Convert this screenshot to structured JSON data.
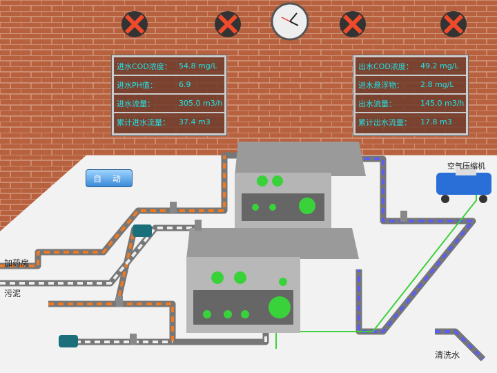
{
  "inlet": [
    {
      "label": "进水COD浓度：",
      "value": "54.8 mg/L"
    },
    {
      "label": "进水PH值：",
      "value": "6.9"
    },
    {
      "label": "进水流量：",
      "value": "305.0 m3/h"
    },
    {
      "label": "累计进水流量：",
      "value": "37.4 m3"
    }
  ],
  "outlet": [
    {
      "label": "出水COD浓度：",
      "value": "49.2 mg/L"
    },
    {
      "label": "进水悬浮物：",
      "value": "2.8 mg/L"
    },
    {
      "label": "出水流量：",
      "value": "145.0 m3/h"
    },
    {
      "label": "累计出水流量：",
      "value": "17.8 m3"
    }
  ],
  "mode_button": "自 动",
  "labels": {
    "dosing": "加药房",
    "sludge": "污泥",
    "air_compressor": "空气压缩机",
    "wash_water": "清洗水"
  },
  "colors": {
    "pipe_orange": "#f07a22",
    "pipe_blue": "#5b5ef0",
    "pipe_green": "#3ad23a",
    "text_cyan": "#1ee4e8"
  }
}
